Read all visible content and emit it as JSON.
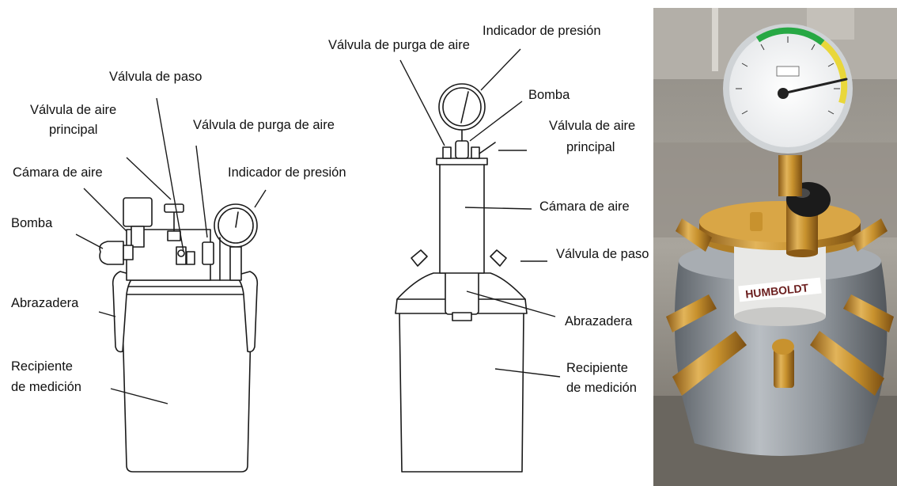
{
  "left_diagram": {
    "labels": {
      "valvula_paso": "Válvula de paso",
      "valvula_aire_principal_1": "Válvula de aire",
      "valvula_aire_principal_2": "principal",
      "valvula_purga": "Válvula de purga de aire",
      "camara_aire": "Cámara de aire",
      "indicador_presion": "Indicador de presión",
      "bomba": "Bomba",
      "abrazadera": "Abrazadera",
      "recipiente_1": "Recipiente",
      "recipiente_2": "de medición"
    }
  },
  "right_diagram": {
    "labels": {
      "valvula_purga": "Válvula de purga de aire",
      "indicador_presion": "Indicador de presión",
      "bomba": "Bomba",
      "valvula_aire_principal_1": "Válvula de aire",
      "valvula_aire_principal_2": "principal",
      "camara_aire": "Cámara de aire",
      "valvula_paso": "Válvula de paso",
      "abrazadera": "Abrazadera",
      "recipiente_1": "Recipiente",
      "recipiente_2": "de medición"
    }
  },
  "photo": {
    "brand_text": "HUMBOLDT"
  },
  "colors": {
    "brass": "#c8922e",
    "aluminum": "#9aa0a6",
    "gauge_green": "#27a844",
    "gauge_yellow": "#e9d73a",
    "wall": "#a7a39c"
  }
}
